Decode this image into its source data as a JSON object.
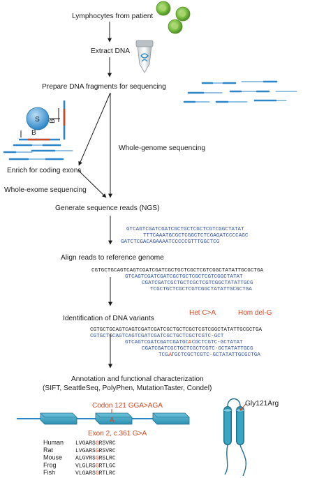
{
  "steps": {
    "lymphocytes": "Lymphocytes from patient",
    "extract": "Extract DNA",
    "prepare": "Prepare DNA fragments for sequencing",
    "whole_genome": "Whole-genome sequencing",
    "enrich": "Enrich for coding exons",
    "whole_exome": "Whole-exome sequencing",
    "generate": "Generate sequence reads (NGS)",
    "align": "Align reads to reference genome",
    "identify": "Identification of DNA variants",
    "annotation": "Annotation and functional characterization",
    "tools": "(SIFT, SeattleSeq, PolyPhen, MutationTaster, Condel)"
  },
  "bead": {
    "s": "S",
    "b1": "B",
    "b2": "B"
  },
  "reads": [
    "GTCAGTCGATCGATCGCTGCTCGCTCGTCGGCTATAT",
    "TTTCAAATGCGCTCGGCTCTCGAGATCCCCAGC",
    "GATCTCGACAGAAAATCCCCCGTTTGGCTCG"
  ],
  "reference": "CGTGCTGCAGTCAGTCGATCGATCGCTGCTCGCTCGTCGGCTATATTGCGCTGA",
  "aligned": [
    "GTCAGTCGATCGATCGCTGCTCGCTCGTCGGCTATAT",
    "CGATCGATCGCTGCTCGCTCGTCGGCTATATTGCG",
    "TCGCTGCTCGCTCGTCGGCTATATTGCGCTGA"
  ],
  "variants": {
    "het_label": "Het C>A",
    "hom_label": "Hom del-G",
    "reference": "CGTGCTGCAGTCAGTCGATCGATCGCTGCTCGCTCGTCGGCTATATTGCGCTGA",
    "reads": [
      "CGTGCTGCAGTCAGTCGATCGATCGCTGCTCGCTCGTC-GCT",
      "GTCAGTCGATCGATCGATGCTCGCTCGTC-GCTATAT",
      "CGATCGATCGCTGCTCGCTCGTC-GCTATATTGCG",
      "TCGATGCTCGCTCGTC-GCTATATTGCGCTGA"
    ],
    "mutant_base": "A"
  },
  "gene": {
    "codon_label": "Codon 121 GGA>AGA",
    "exon_label": "Exon 2, c.361 G>A",
    "exon_marker": "A"
  },
  "protein": {
    "label": "Gly121Arg"
  },
  "alignment": [
    {
      "species": "Human",
      "seq": "LVGARSGRSVRC",
      "highlight_index": 6
    },
    {
      "species": "Rat",
      "seq": "LVGARSGRSVRC",
      "highlight_index": 6
    },
    {
      "species": "Mouse",
      "seq": "ALGVRSGRSLRC",
      "highlight_index": 6
    },
    {
      "species": "Frog",
      "seq": "VLGLRSGRTLGC",
      "highlight_index": 6
    },
    {
      "species": "Fish",
      "seq": "VLGARSGRTLRC",
      "highlight_index": 6
    }
  ],
  "colors": {
    "blue": "#2a86c8",
    "teal": "#3aa6c4",
    "green": "#7cc043",
    "red": "#d2461e",
    "text": "#1a1a1a"
  }
}
